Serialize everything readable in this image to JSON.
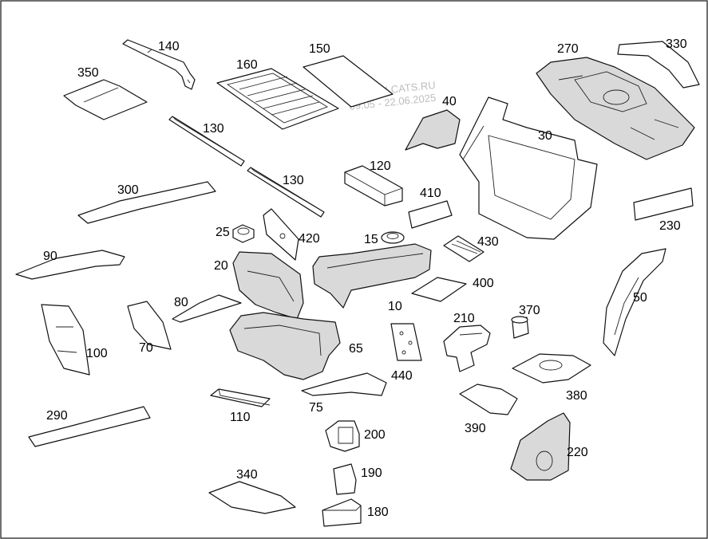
{
  "diagram": {
    "watermark": {
      "line1": "WWW.ILCATS.RU",
      "line2": "09.05 - 22.06.2025"
    },
    "callouts": [
      {
        "id": "c140",
        "label": "140"
      },
      {
        "id": "c350",
        "label": "350"
      },
      {
        "id": "c160",
        "label": "160"
      },
      {
        "id": "c150",
        "label": "150"
      },
      {
        "id": "c270",
        "label": "270"
      },
      {
        "id": "c330",
        "label": "330"
      },
      {
        "id": "c40",
        "label": "40"
      },
      {
        "id": "c130a",
        "label": "130"
      },
      {
        "id": "c30",
        "label": "30"
      },
      {
        "id": "c120",
        "label": "120"
      },
      {
        "id": "c130b",
        "label": "130"
      },
      {
        "id": "c300",
        "label": "300"
      },
      {
        "id": "c410",
        "label": "410"
      },
      {
        "id": "c230",
        "label": "230"
      },
      {
        "id": "c25",
        "label": "25"
      },
      {
        "id": "c420",
        "label": "420"
      },
      {
        "id": "c15",
        "label": "15"
      },
      {
        "id": "c430",
        "label": "430"
      },
      {
        "id": "c90",
        "label": "90"
      },
      {
        "id": "c20",
        "label": "20"
      },
      {
        "id": "c400",
        "label": "400"
      },
      {
        "id": "c10",
        "label": "10"
      },
      {
        "id": "c80",
        "label": "80"
      },
      {
        "id": "c370",
        "label": "370"
      },
      {
        "id": "c210",
        "label": "210"
      },
      {
        "id": "c50",
        "label": "50"
      },
      {
        "id": "c70",
        "label": "70"
      },
      {
        "id": "c100",
        "label": "100"
      },
      {
        "id": "c65",
        "label": "65"
      },
      {
        "id": "c440",
        "label": "440"
      },
      {
        "id": "c380",
        "label": "380"
      },
      {
        "id": "c110",
        "label": "110"
      },
      {
        "id": "c75",
        "label": "75"
      },
      {
        "id": "c290",
        "label": "290"
      },
      {
        "id": "c390",
        "label": "390"
      },
      {
        "id": "c200",
        "label": "200"
      },
      {
        "id": "c220",
        "label": "220"
      },
      {
        "id": "c340",
        "label": "340"
      },
      {
        "id": "c190",
        "label": "190"
      },
      {
        "id": "c180",
        "label": "180"
      }
    ]
  }
}
